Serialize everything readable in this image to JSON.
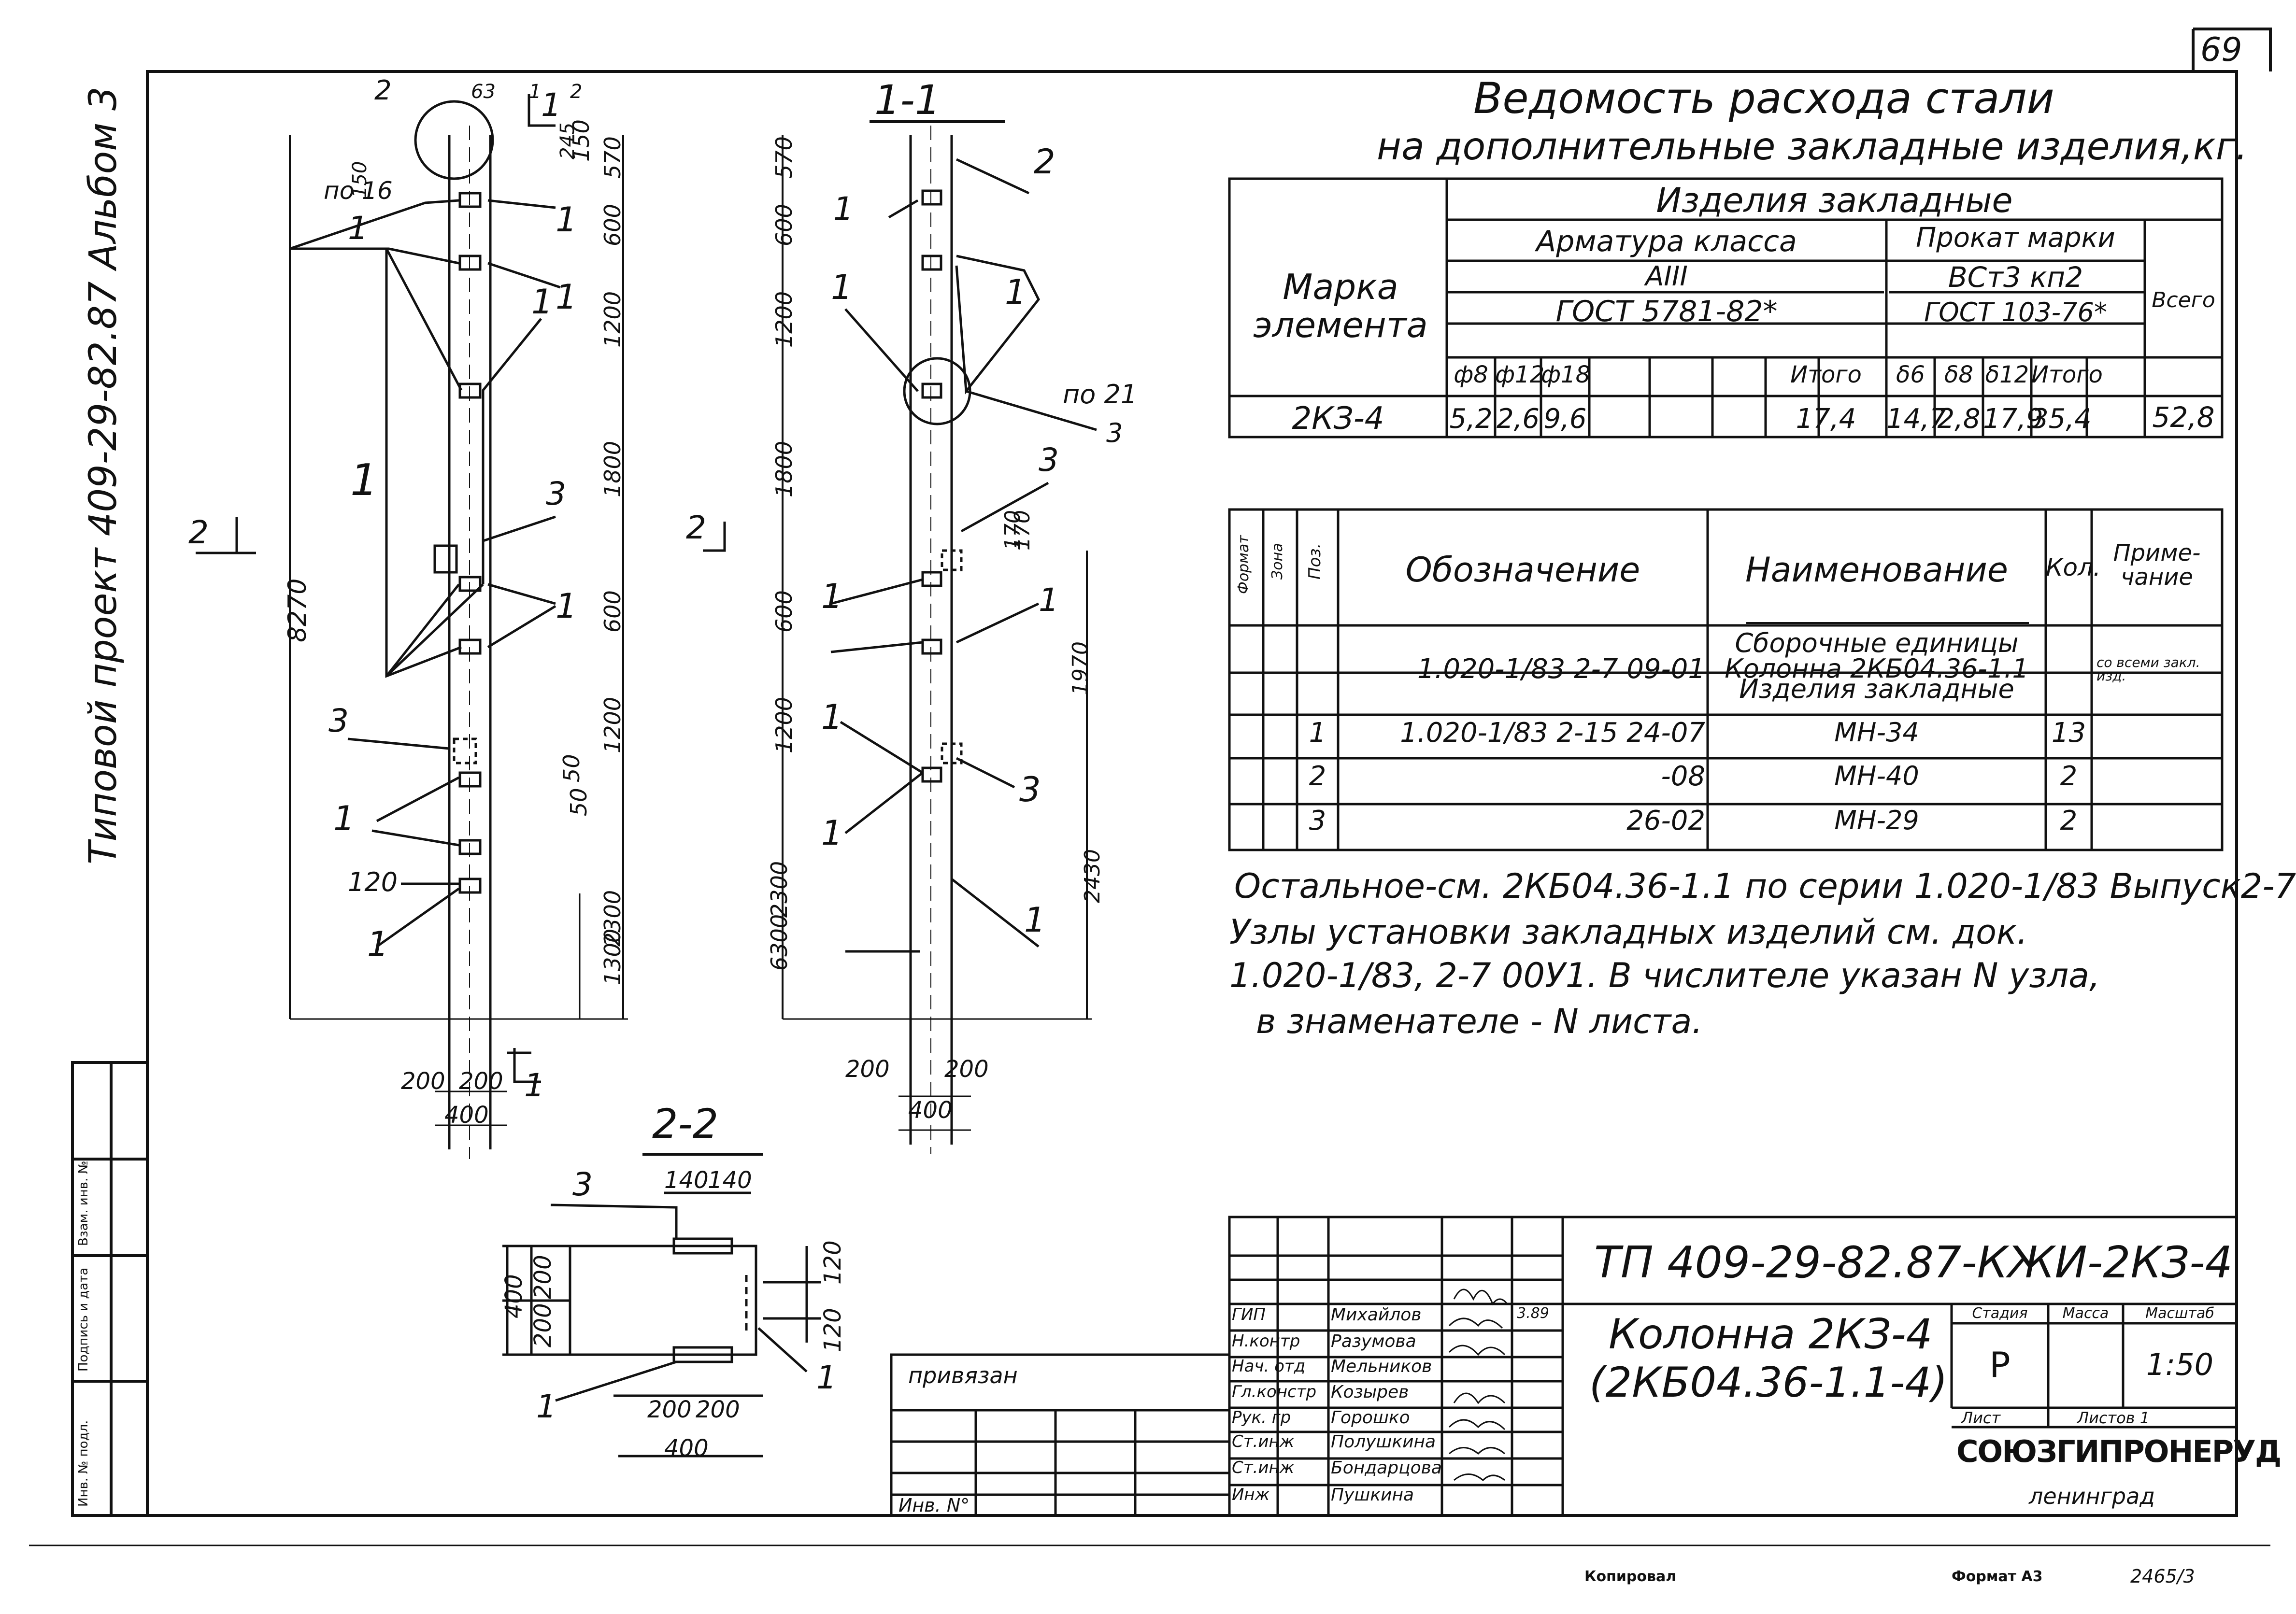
{
  "sheet_number": "69",
  "side_stamp": {
    "title": "Типовой проект 409-29-82.87 Альбом 3",
    "cells": [
      "Инв. № подл.",
      "Подпись и дата",
      "Взам. инв. №"
    ]
  },
  "steel_table": {
    "title_line1": "Ведомость расхода стали",
    "title_line2": "на дополнительные закладные изделия,кг.",
    "col_element": "Марка элемента",
    "group_header": "Изделия закладные",
    "rebar_header": "Арматура класса",
    "rebar_class": "АIII",
    "rebar_gost": "ГОСТ 5781-82*",
    "rolled_header": "Прокат марки",
    "rolled_grade": "ВСт3 кп2",
    "rolled_gost": "ГОСТ 103-76*",
    "total_header": "Всего",
    "sub_headers": [
      "ф8",
      "ф12",
      "ф18",
      "",
      "",
      "",
      "Итого",
      "δ6",
      "δ8",
      "δ12",
      "Итого"
    ],
    "row": {
      "mark": "2КЗ-4",
      "values": [
        "5,2",
        "2,6",
        "9,6",
        "",
        "",
        "",
        "17,4",
        "14,7",
        "2,8",
        "17,9",
        "35,4"
      ],
      "total": "52,8"
    }
  },
  "spec_table": {
    "headers": {
      "format": "Формат",
      "zone": "Зона",
      "pos": "Поз.",
      "designation": "Обозначение",
      "name": "Наименование",
      "qty": "Кол.",
      "note": "Приме-чание"
    },
    "rows": [
      {
        "pos": "",
        "designation": "",
        "name": "Сборочные единицы",
        "qty": "",
        "note": "",
        "underline": true
      },
      {
        "pos": "",
        "designation": "1.020-1/83 2-7 09-01",
        "name": "Колонна 2КБ04.36-1.1",
        "qty": "",
        "note": "со всеми закл. изд."
      },
      {
        "pos": "",
        "designation": "",
        "name": "Изделия закладные",
        "qty": "",
        "note": ""
      },
      {
        "pos": "1",
        "designation": "1.020-1/83 2-15 24-07",
        "name": "МН-34",
        "qty": "13",
        "note": ""
      },
      {
        "pos": "2",
        "designation": "-08",
        "name": "МН-40",
        "qty": "2",
        "note": ""
      },
      {
        "pos": "3",
        "designation": "26-02",
        "name": "МН-29",
        "qty": "2",
        "note": ""
      }
    ]
  },
  "notes": [
    "Остальное-см. 2КБ04.36-1.1 по серии 1.020-1/83 Выпуск2-7",
    "Узлы установки закладных изделий см. док.",
    "1.020-1/83, 2-7 00У1. В числителе указан N узла,",
    "в знаменателе - N листа."
  ],
  "drawing_front": {
    "dims_right": [
      "150",
      "570",
      "600",
      "1200",
      "1800",
      "600",
      "1200",
      "50",
      "50",
      "2300",
      "1300"
    ],
    "dims_top": [
      "150",
      "63",
      "1",
      "2",
      "245"
    ],
    "total": "8270",
    "callouts": [
      "2",
      "по 16",
      "1",
      "1",
      "1",
      "1",
      "1",
      "3",
      "1",
      "3",
      "1",
      "120",
      "1"
    ],
    "bottom_dims": [
      "200",
      "200",
      "400"
    ],
    "section_marks": [
      "2",
      "2",
      "1",
      "1"
    ]
  },
  "drawing_side": {
    "title": "1-1",
    "dims_left": [
      "570",
      "600",
      "1200",
      "1800",
      "600",
      "1200",
      "2300",
      "6300"
    ],
    "dims_right": [
      "170",
      "170",
      "1970",
      "2430"
    ],
    "callouts": [
      "2",
      "1",
      "1",
      "1",
      "по 21",
      "3",
      "3",
      "1",
      "1",
      "1",
      "3",
      "1",
      "1"
    ],
    "bottom_dims": [
      "200",
      "200",
      "400"
    ]
  },
  "section_2_2": {
    "title": "2-2",
    "dims": [
      "140",
      "140",
      "400",
      "200",
      "200",
      "120",
      "120",
      "200",
      "200",
      "400"
    ],
    "callouts": [
      "3",
      "1",
      "1"
    ]
  },
  "privyazan": {
    "label": "привязан",
    "inv": "Инв. N°"
  },
  "title_block": {
    "code": "ТП 409-29-82.87-КЖИ-2КЗ-4",
    "name_line1": "Колонна 2КЗ-4",
    "name_line2": "(2КБ04.36-1.1-4)",
    "stage_label": "Стадия",
    "mass_label": "Масса",
    "scale_label": "Масштаб",
    "stage": "Р",
    "scale": "1:50",
    "sheet_label": "Лист",
    "sheets_label": "Листов 1",
    "org": "СОЮЗГИПРОНЕРУД",
    "city": "ленинград",
    "staff": [
      {
        "role": "ГИП",
        "name": "Михайлов",
        "date": "3.89"
      },
      {
        "role": "Н.контр",
        "name": "Разумова",
        "date": ""
      },
      {
        "role": "Нач. отд",
        "name": "Мельников",
        "date": ""
      },
      {
        "role": "Гл.констр",
        "name": "Козырев",
        "date": ""
      },
      {
        "role": "Рук. гр",
        "name": "Горошко",
        "date": ""
      },
      {
        "role": "Ст.инж",
        "name": "Полушкина",
        "date": ""
      },
      {
        "role": "Ст.инж",
        "name": "Бондарцова",
        "date": ""
      },
      {
        "role": "Инж",
        "name": "Пушкина",
        "date": ""
      }
    ]
  },
  "footer": {
    "copied": "Копировал",
    "format": "Формат А3",
    "code": "2465/3"
  }
}
